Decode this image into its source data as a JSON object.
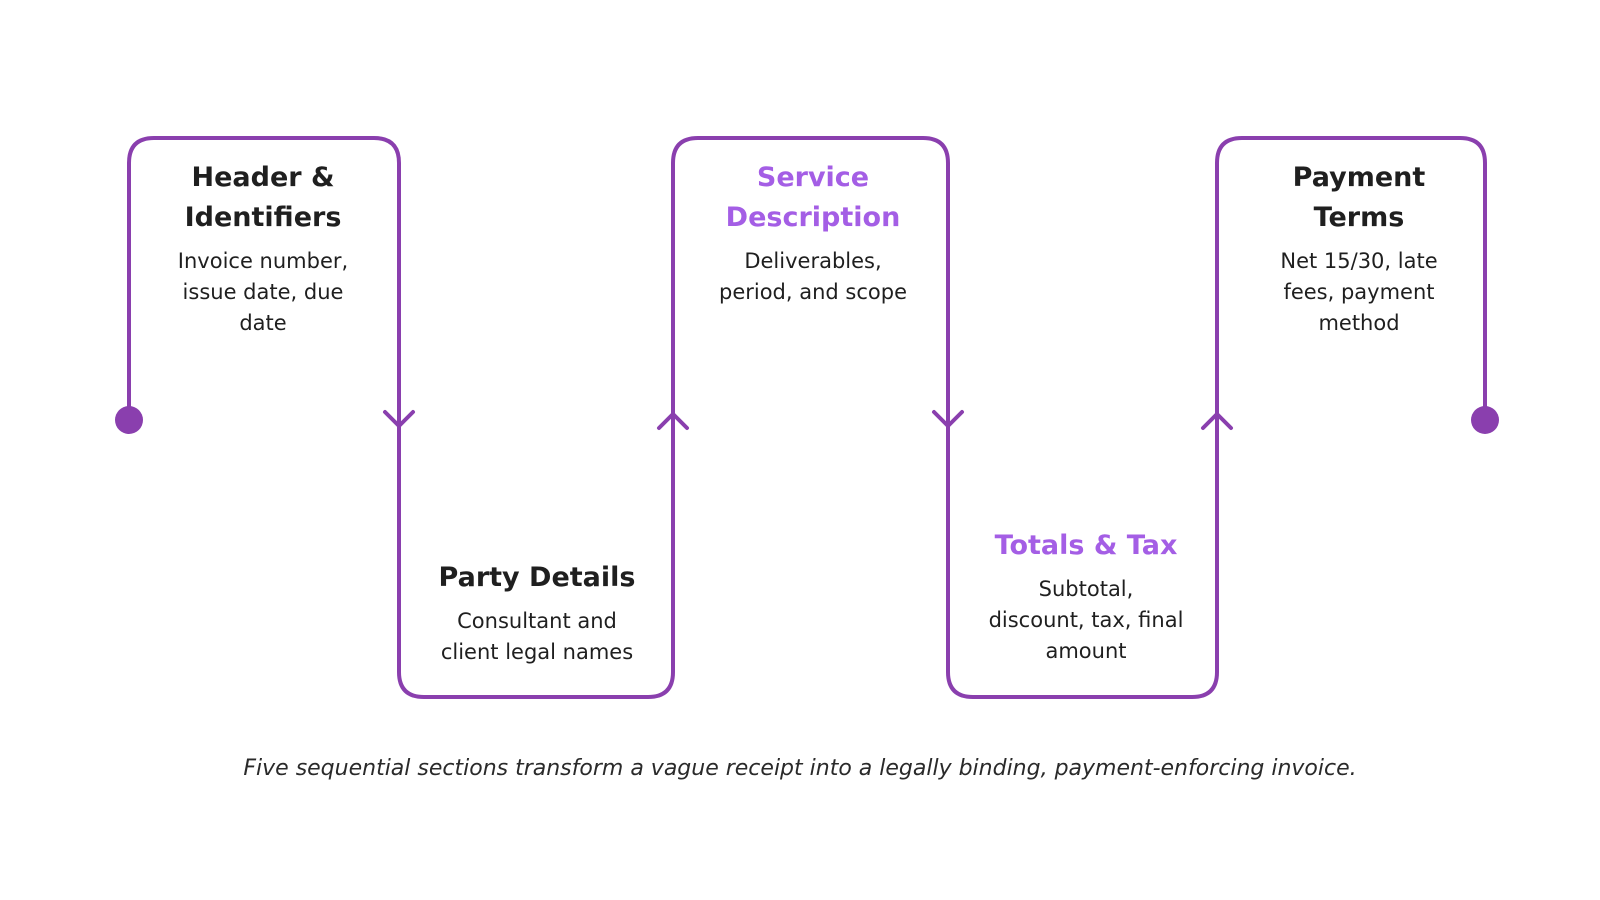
{
  "colors": {
    "accent": "#8a3fae",
    "accent_text": "#a45ee5",
    "text": "#1f1f1f"
  },
  "steps": [
    {
      "title_lines": [
        "Header &",
        "Identifiers"
      ],
      "desc_lines": [
        "Invoice number,",
        "issue date, due",
        "date"
      ],
      "highlight": false
    },
    {
      "title_lines": [
        "Party Details"
      ],
      "desc_lines": [
        "Consultant and",
        "client legal names"
      ],
      "highlight": false
    },
    {
      "title_lines": [
        "Service",
        "Description"
      ],
      "desc_lines": [
        "Deliverables,",
        "period, and scope"
      ],
      "highlight": true
    },
    {
      "title_lines": [
        "Totals & Tax"
      ],
      "desc_lines": [
        "Subtotal,",
        "discount, tax, final",
        "amount"
      ],
      "highlight": true
    },
    {
      "title_lines": [
        "Payment",
        "Terms"
      ],
      "desc_lines": [
        "Net 15/30, late",
        "fees, payment",
        "method"
      ],
      "highlight": false
    }
  ],
  "caption": "Five sequential sections transform a vague receipt into a legally binding, payment-enforcing invoice."
}
